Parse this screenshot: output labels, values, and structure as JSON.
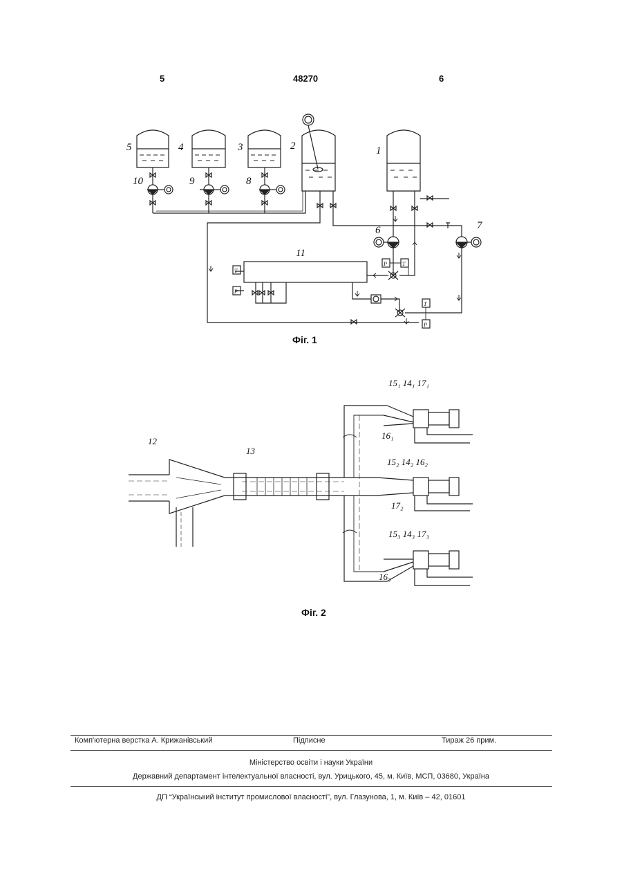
{
  "header": {
    "left_page": "5",
    "patent_number": "48270",
    "right_page": "6"
  },
  "figure1": {
    "caption": "Фіг. 1",
    "labels": {
      "t1": "1",
      "t2": "2",
      "t3": "3",
      "t4": "4",
      "t5": "5",
      "p6": "6",
      "p7": "7",
      "p8": "8",
      "p9": "9",
      "p10": "10",
      "u11": "11"
    },
    "instruments": {
      "temp": "T",
      "pressure": "P"
    }
  },
  "figure2": {
    "caption": "Фіг. 2",
    "labels": {
      "a12": "12",
      "a13": "13",
      "top": "15₁ 14₁ 17₁",
      "top_low": "16₁",
      "mid": "15₂ 14₂ 16₂",
      "mid_low": "17₂",
      "bot": "15₃ 14₃ 17₃",
      "bot_low": "16₃"
    }
  },
  "footer": {
    "layout": "Комп'ютерна верстка А. Крижанівський",
    "signed": "Підписне",
    "circulation": "Тираж 26 прим.",
    "ministry": "Міністерство освіти і науки України",
    "department": "Державний департамент інтелектуальної власності, вул. Урицького, 45, м. Київ, МСП, 03680, Україна",
    "institute": "ДП “Український інститут промислової власності”, вул. Глазунова, 1, м. Київ – 42, 01601"
  }
}
